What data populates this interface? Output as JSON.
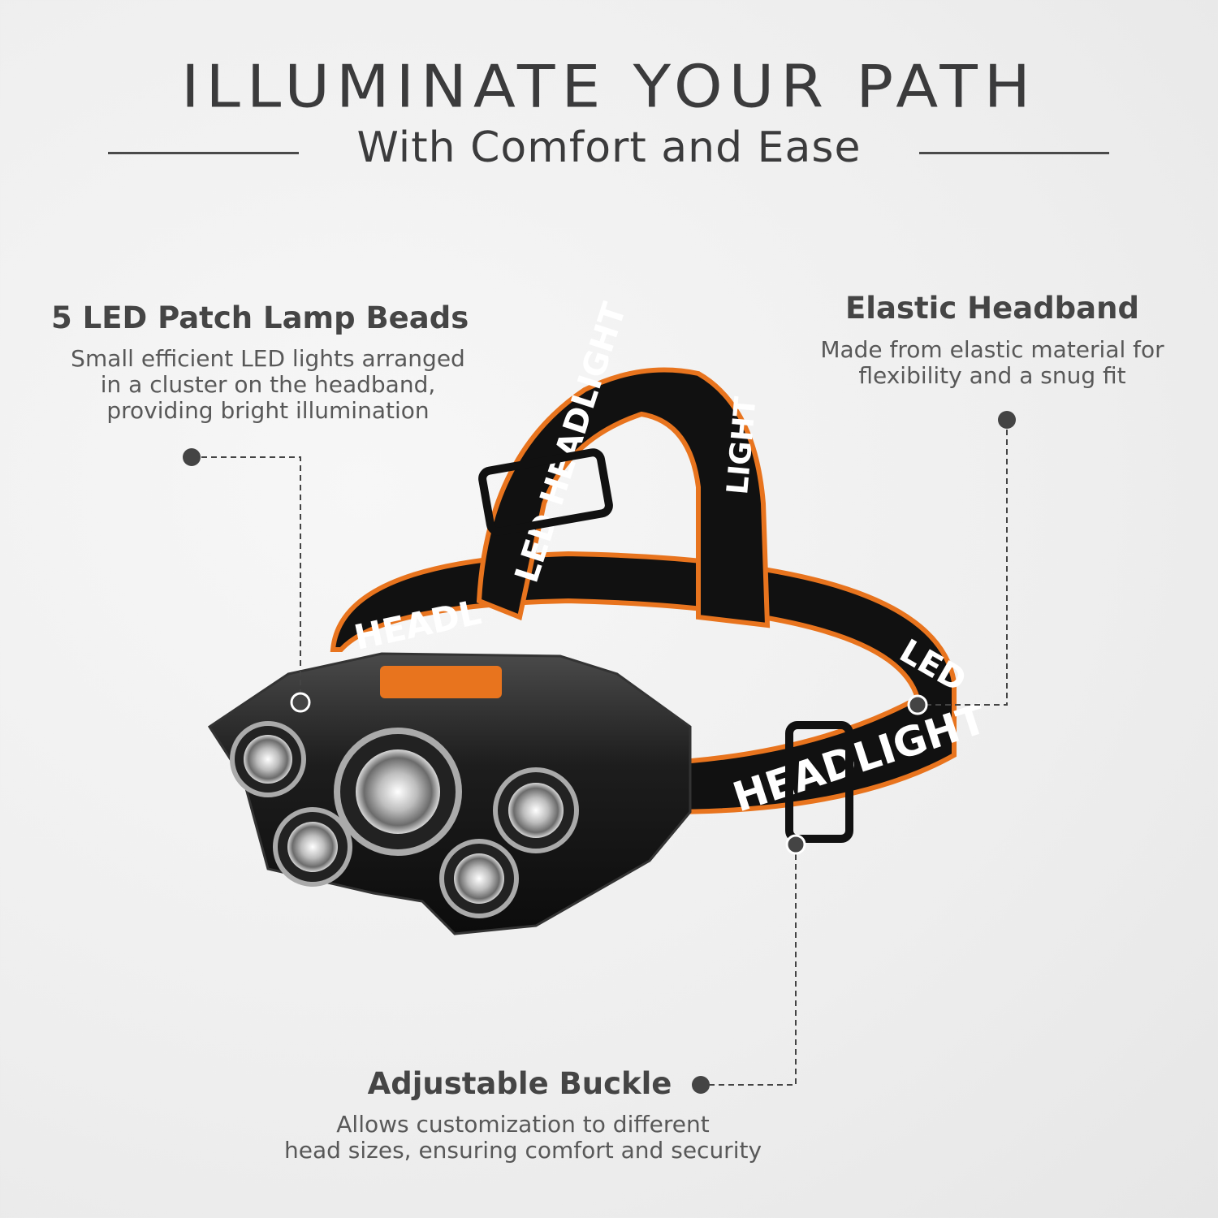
{
  "header": {
    "title": "ILLUMINATE YOUR PATH",
    "subtitle": "With Comfort and Ease"
  },
  "features": [
    {
      "title": "5 LED Patch Lamp Beads",
      "description_lines": [
        "Small efficient LED lights arranged",
        "in a cluster on the headband,",
        "providing bright illumination"
      ]
    },
    {
      "title": "Elastic Headband",
      "description_lines": [
        "Made from elastic material for",
        "flexibility and a snug fit"
      ]
    },
    {
      "title": "Adjustable Buckle",
      "description_lines": [
        "Allows customization to different",
        "head sizes, ensuring comfort and security"
      ]
    }
  ],
  "product_image": {
    "band_text": [
      "HEADLIGHT",
      "LED",
      "HEADL",
      "LED HEADLIGHT",
      "LIGHT"
    ],
    "colors": {
      "band": "#111111",
      "band_edge": "#e8741e",
      "housing": "#1c1c1c",
      "lens": "#cfcfcf",
      "text": "#3b3b3c"
    }
  }
}
